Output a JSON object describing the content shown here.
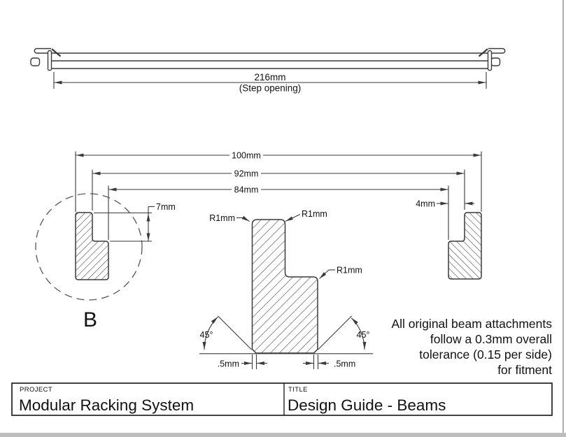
{
  "drawing": {
    "top_view": {
      "dim_value": "216mm",
      "dim_note": "(Step opening)"
    },
    "section": {
      "dim_overall": "100mm",
      "dim_mid": "92mm",
      "dim_inner": "84mm",
      "dim_hook_depth": "7mm",
      "dim_hook_gap": "4mm",
      "fillet_labels": [
        "R1mm",
        "R1mm",
        "R1mm"
      ],
      "chamfer_left": ".5mm",
      "chamfer_right": ".5mm",
      "angle_left": "45°",
      "angle_right": "45°",
      "detail_label": "B"
    },
    "note_lines": [
      "All original beam attachments",
      "follow a 0.3mm overall",
      "tolerance (0.15 per side)",
      "for fitment"
    ]
  },
  "title_block": {
    "project_label": "PROJECT",
    "project_value": "Modular Racking System",
    "title_label": "TITLE",
    "title_value": "Design Guide - Beams"
  },
  "colors": {
    "line": "#3a3a3a",
    "text": "#111111",
    "page_edge": "#a8a8a8",
    "page_shadow": "#bdbdbd"
  }
}
